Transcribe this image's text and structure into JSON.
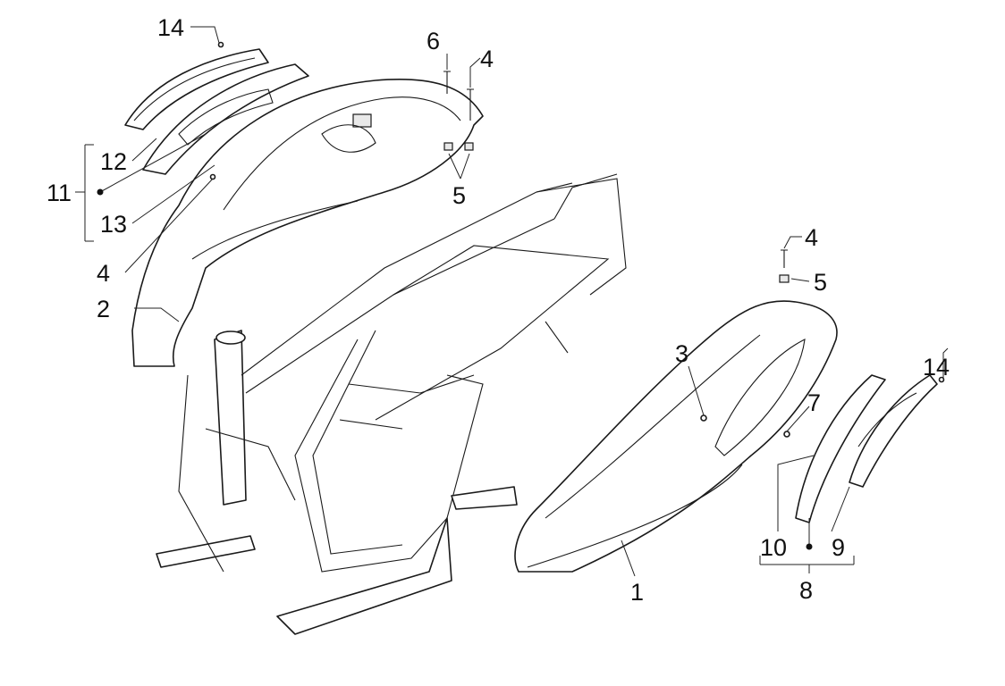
{
  "diagram": {
    "type": "exploded parts diagram",
    "callouts": {
      "rear_left_screw_14": "14",
      "screw_6": "6",
      "screw_4_top": "4",
      "clip_5_top": "5",
      "trim_12": "12",
      "kit_11": "11",
      "trim_13": "13",
      "screw_4_left": "4",
      "side_panel_2": "2",
      "screw_4_right": "4",
      "clip_5_right": "5",
      "screw_3": "3",
      "screw_14_right": "14",
      "screw_7": "7",
      "trim_10": "10",
      "trim_9": "9",
      "kit_8": "8",
      "side_panel_1": "1"
    }
  }
}
